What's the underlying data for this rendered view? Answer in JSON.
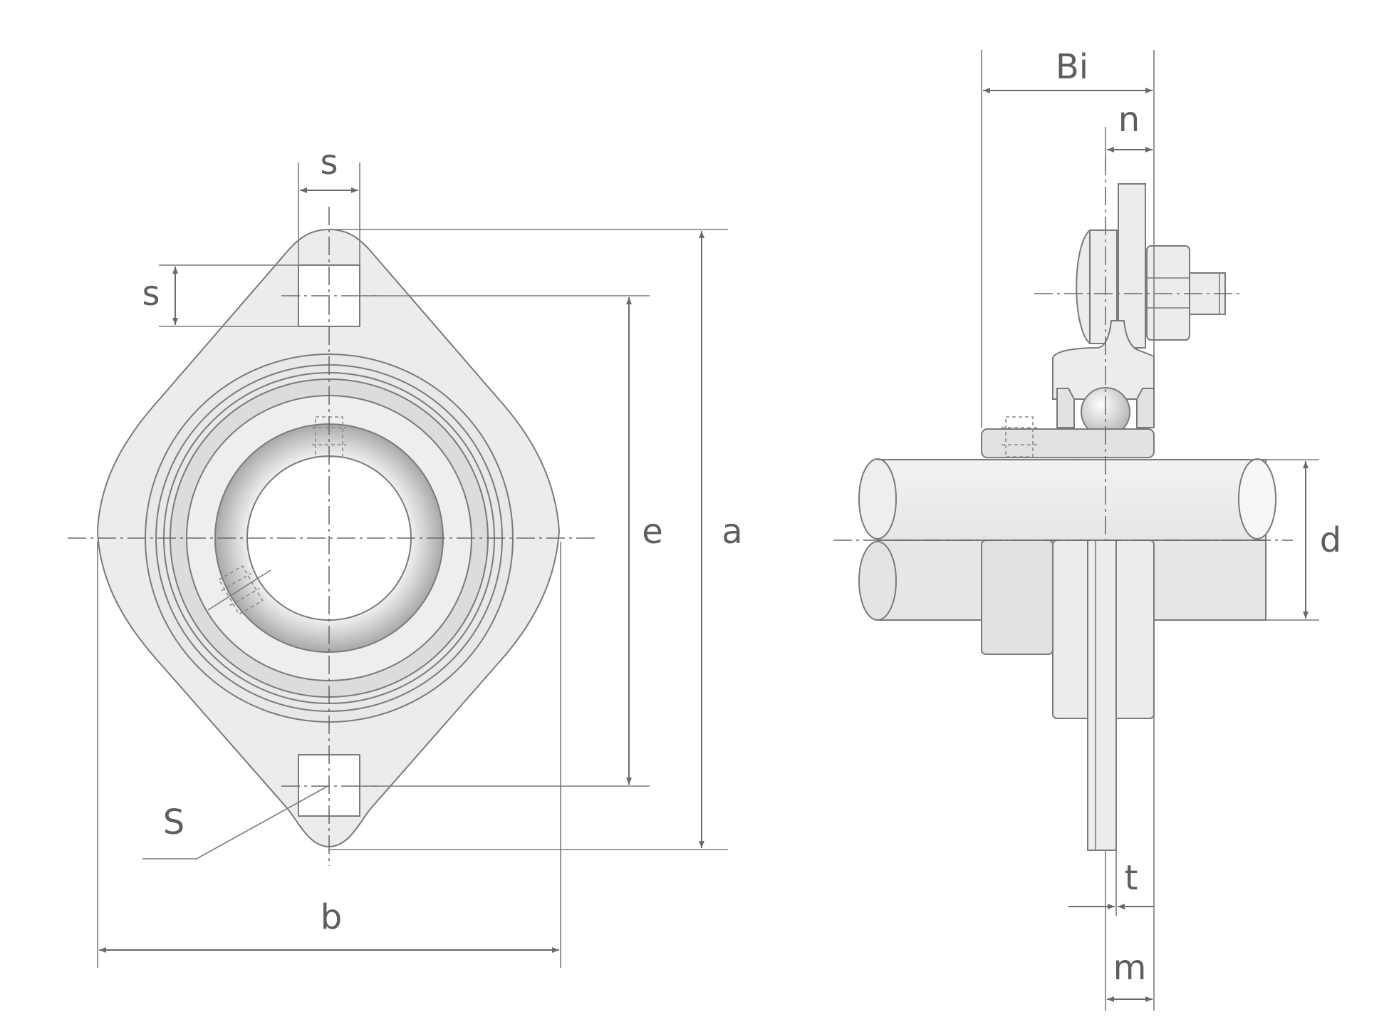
{
  "labels": {
    "s_top": "s",
    "s_left": "s",
    "e": "e",
    "a": "a",
    "S": "S",
    "b": "b",
    "Bi": "Bi",
    "n": "n",
    "d": "d",
    "t": "t",
    "m": "m"
  },
  "colors": {
    "part_fill": "#ececec",
    "line": "#6a6a6a"
  }
}
